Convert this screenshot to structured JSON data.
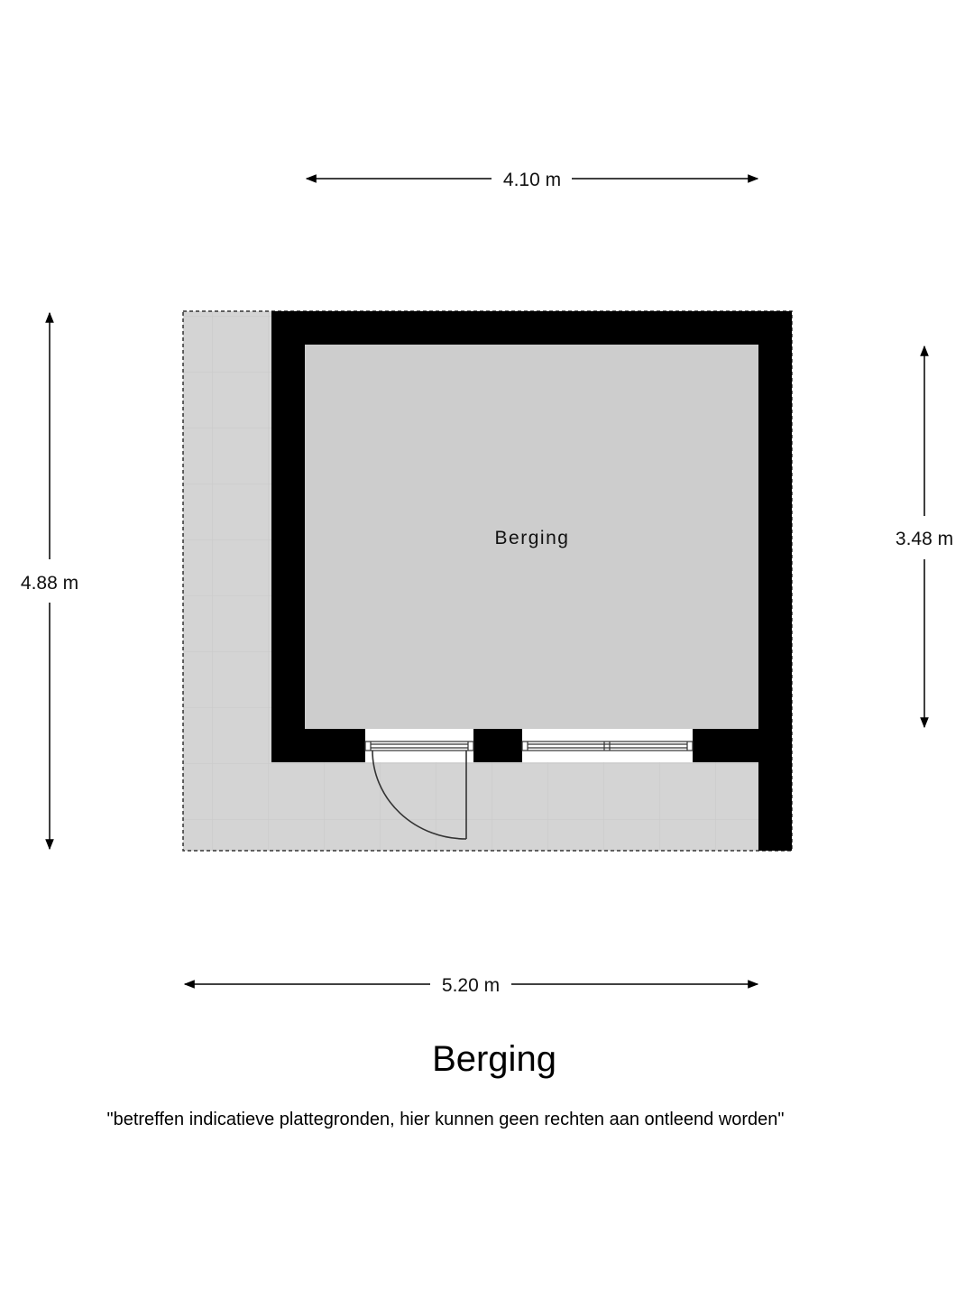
{
  "plan": {
    "room_label": "Berging",
    "dimensions": {
      "top": "4.10 m",
      "left": "4.88 m",
      "right": "3.48 m",
      "bottom": "5.20 m"
    },
    "title": "Berging",
    "disclaimer": "\"betreffen indicatieve plattegronden, hier kunnen geen rechten aan ontleend worden\""
  },
  "colors": {
    "wall": "#000000",
    "room_floor": "#cdcdcd",
    "terrace": "#d4d4d4"
  }
}
